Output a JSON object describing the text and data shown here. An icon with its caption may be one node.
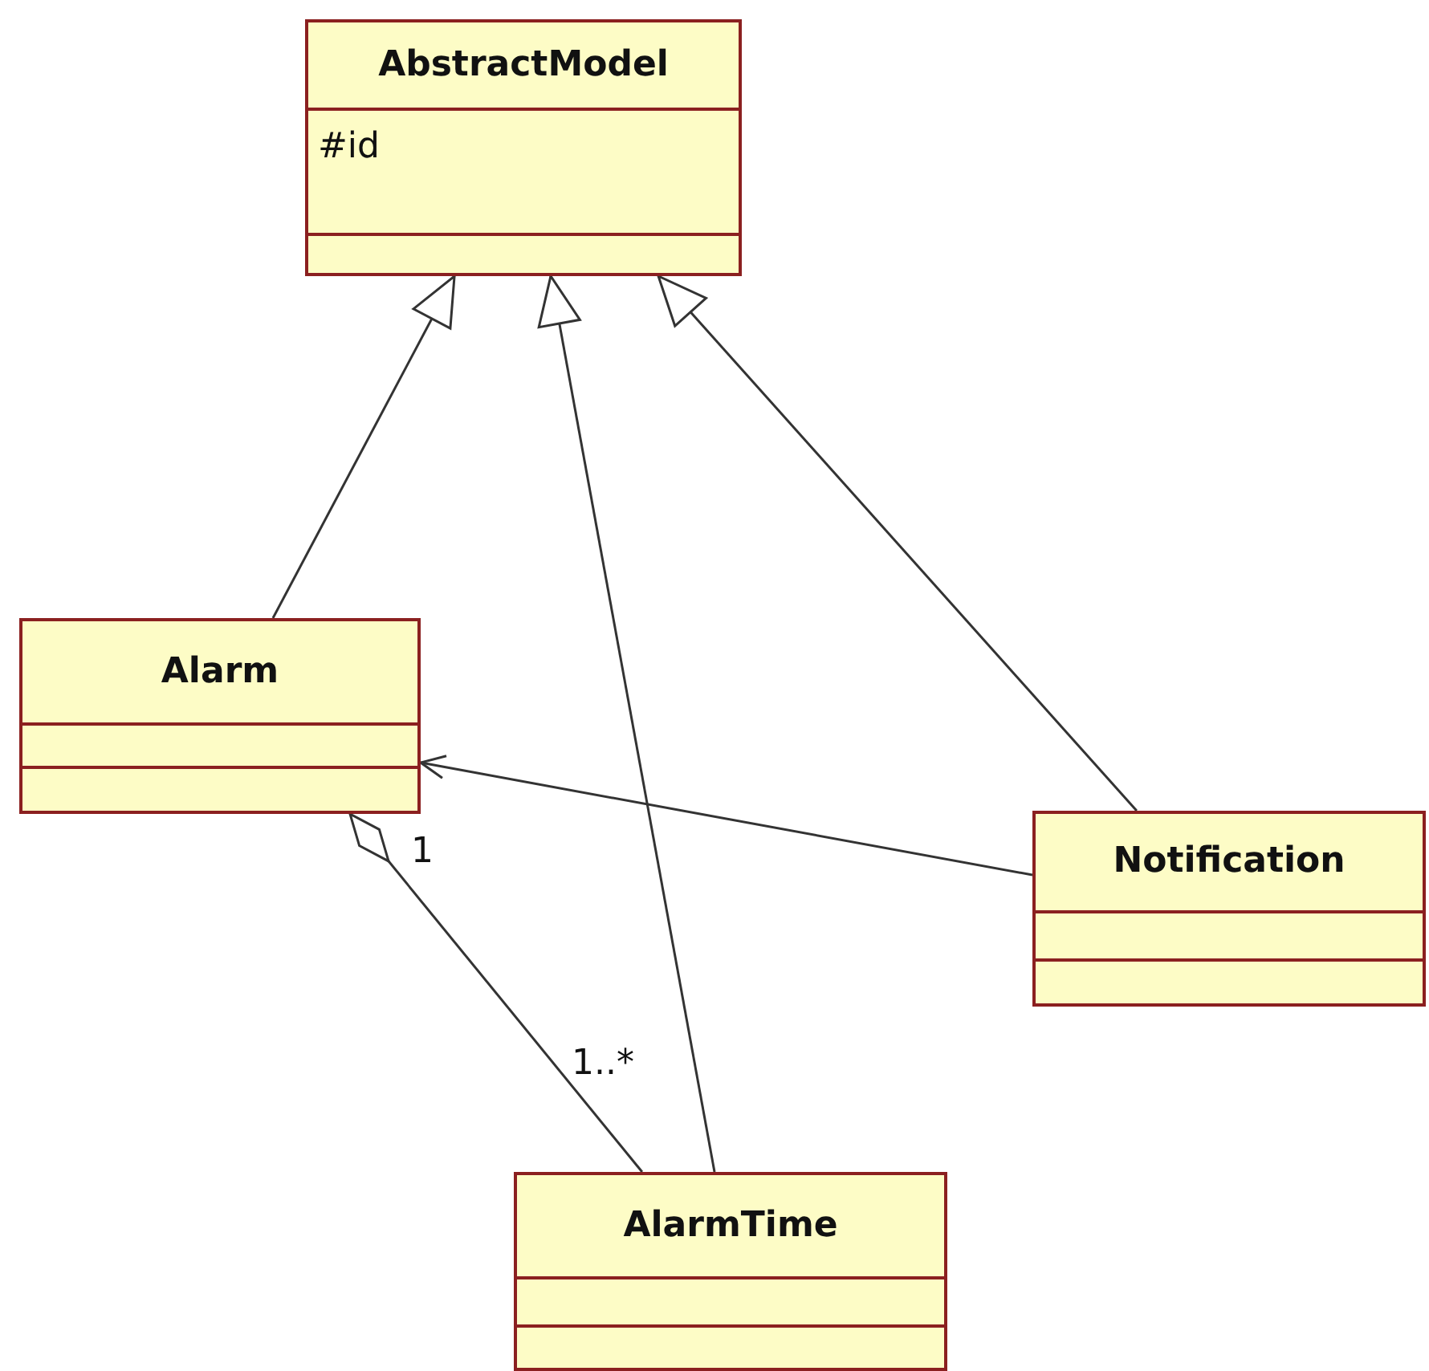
{
  "diagram": {
    "nodes": [
      {
        "text": [
          "AbstractModel",
          "#id"
        ]
      },
      {
        "text": [
          "Alarm"
        ]
      },
      {
        "text": [
          "Notification"
        ]
      },
      {
        "text": [
          "AlarmTime"
        ]
      }
    ],
    "edges": [
      {
        "from": 1,
        "to": 0,
        "arrow": "to"
      },
      {
        "from": 3,
        "to": 0,
        "arrow": "to"
      },
      {
        "from": 2,
        "to": 0,
        "arrow": "to"
      },
      {
        "from": 2,
        "to": 1,
        "arrow": "to"
      },
      {
        "from": 1,
        "to": 3,
        "arrow": "other"
      }
    ],
    "labels": [
      "1",
      "1..*"
    ]
  }
}
